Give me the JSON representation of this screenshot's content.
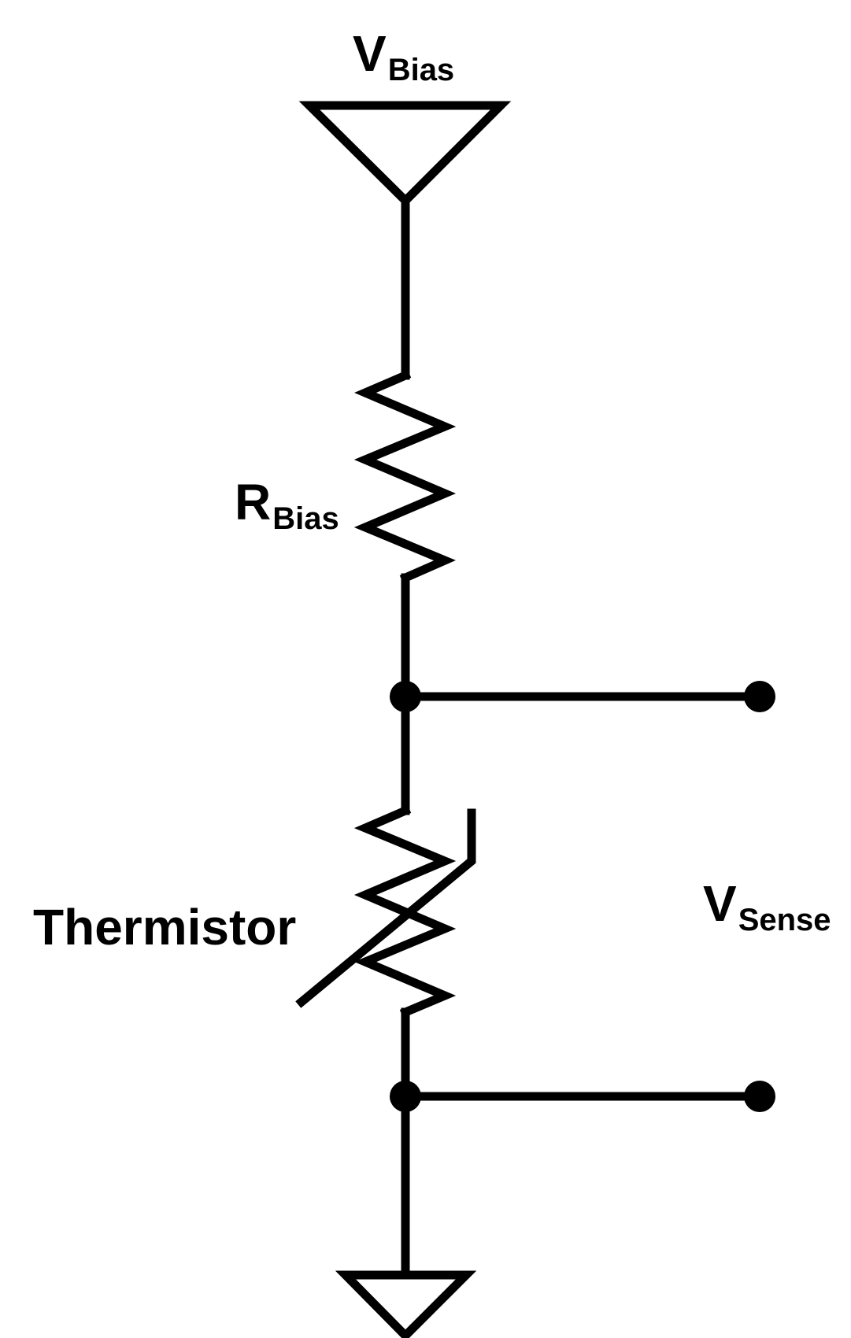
{
  "labels": {
    "v_bias": {
      "main": "V",
      "sub": "Bias"
    },
    "r_bias": {
      "main": "R",
      "sub": "Bias"
    },
    "thermistor": "Thermistor",
    "v_sense": {
      "main": "V",
      "sub": "Sense"
    }
  },
  "colors": {
    "stroke": "#000000",
    "background": "#ffffff"
  }
}
